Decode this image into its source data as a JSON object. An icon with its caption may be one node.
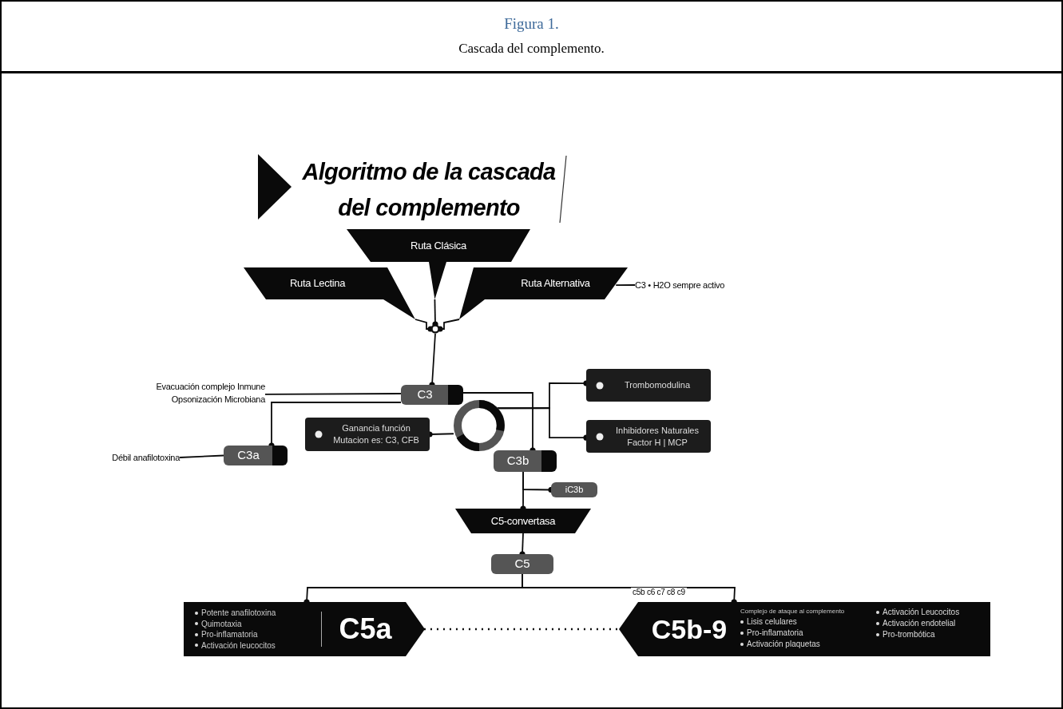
{
  "diagram": {
    "title": "Figura 1.",
    "caption": "Cascada del complemento.",
    "nodes": [
      {
        "text": [
          "Ruta Clásica"
        ]
      },
      {
        "text": [
          "Ruta Lectina"
        ]
      },
      {
        "text": [
          "Ruta Alternativa"
        ]
      },
      {
        "text": [
          "C3 • H2O sempre activo"
        ]
      },
      {
        "text": [],
        "shape": "circle"
      },
      {
        "text": [
          "C3"
        ]
      },
      {
        "text": [
          "Evacuación complejo Inmune Opsonización Microbiana"
        ]
      },
      {
        "text": [
          "C3a"
        ]
      },
      {
        "text": [
          "Débil anafilotoxina"
        ]
      },
      {
        "text": [],
        "shape": "circle"
      },
      {
        "text": [
          "Ganancia función Mutacion es: C3, CFB"
        ]
      },
      {
        "text": [
          "Trombomodulina"
        ]
      },
      {
        "text": [
          "Inhibidores Naturales Factor H | MCP"
        ]
      },
      {
        "text": [
          "C3b"
        ]
      },
      {
        "text": [
          "iC3b"
        ]
      },
      {
        "text": [
          "C5-convertasa"
        ]
      },
      {
        "text": [
          "C5"
        ]
      },
      {
        "text": [
          "Potente anafilotoxina",
          "Quimotaxia",
          "Pro-inflamatoria",
          "Activación leucocitos",
          "C5a"
        ]
      },
      {
        "text": [
          "C5b-9",
          "Complejo de ataque al complemento",
          "Lisis celulares",
          "Pro-inflamatoria",
          "Activación plaquetas",
          "Activación Leucocitos",
          "Activación endotelial",
          "Pro-trombótica"
        ]
      }
    ],
    "edges": [
      {
        "from": 0,
        "to": 4,
        "arrow": "other"
      },
      {
        "from": 1,
        "to": 4,
        "arrow": "other"
      },
      {
        "from": 2,
        "to": 4,
        "arrow": "other"
      },
      {
        "from": 3,
        "to": 2,
        "arrow": "none"
      },
      {
        "from": 4,
        "to": 5,
        "arrow": "other"
      },
      {
        "from": 5,
        "to": 6,
        "arrow": "none"
      },
      {
        "from": 5,
        "to": 7,
        "arrow": "other"
      },
      {
        "from": 7,
        "to": 8,
        "arrow": "none"
      },
      {
        "from": 5,
        "to": 13,
        "arrow": "other"
      },
      {
        "from": 9,
        "to": 10,
        "arrow": "other"
      },
      {
        "from": 9,
        "to": 11,
        "arrow": "other"
      },
      {
        "from": 9,
        "to": 12,
        "arrow": "other"
      },
      {
        "from": 13,
        "to": 15,
        "arrow": "other"
      },
      {
        "from": 13,
        "to": 14,
        "arrow": "other"
      },
      {
        "from": 15,
        "to": 16,
        "arrow": "other"
      },
      {
        "from": 16,
        "to": 17,
        "arrow": "other"
      },
      {
        "from": 16,
        "to": 18,
        "arrow": "other",
        "label": "c5b c6 c7 c8 c9"
      },
      {
        "from": 17,
        "to": 18,
        "arrow": "none",
        "style": "dashed"
      }
    ],
    "labels": [
      "Algoritmo de la cascada del complemento"
    ]
  }
}
